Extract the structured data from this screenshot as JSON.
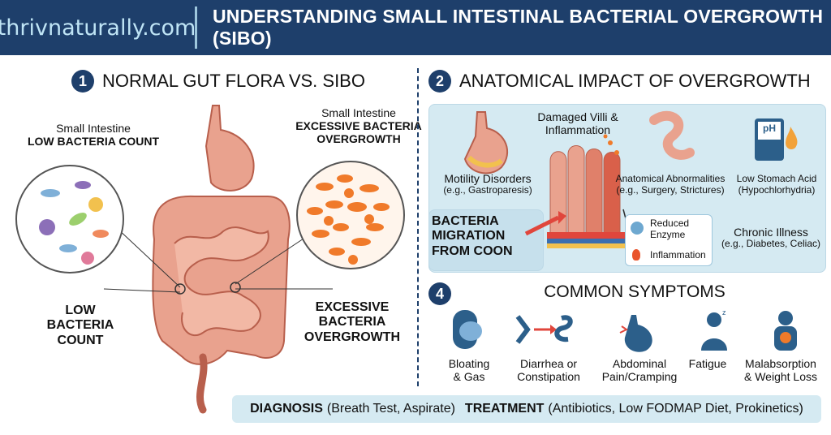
{
  "header": {
    "site": "thrivnaturally.com",
    "title": "UNDERSTANDING SMALL INTESTINAL BACTERIAL OVERGROWTH (SIBO)"
  },
  "section1": {
    "number": "1",
    "title": "NORMAL GUT FLORA VS. SIBO",
    "left_label_line1": "Small Intestine",
    "left_label_line2": "LOW BACTERIA COUNT",
    "right_label_line1": "Small Intestine",
    "right_label_line2": "EXCESSIVE BACTERIA",
    "right_label_line3": "OVERGROWTH",
    "bottom_left": [
      "LOW",
      "BACTERIA",
      "COUNT"
    ],
    "bottom_right": [
      "EXCESSIVE",
      "BACTERIA",
      "OVERGROWTH"
    ]
  },
  "section2": {
    "number": "2",
    "title": "ANATOMICAL IMPACT OF OVERGROWTH",
    "villi_label_line1": "Damaged Villi &",
    "villi_label_line2": "Inflammation",
    "motility": "Motility Disorders",
    "motility_sub": "(e.g., Gastroparesis)",
    "anatomical": "Anatomical Abnormalities",
    "anatomical_sub": "(e.g., Surgery, Strictures)",
    "acid": "Low Stomach Acid",
    "acid_sub": "(Hypochlorhydria)",
    "ph_label": "pH",
    "migration": [
      "BACTERIA",
      "MIGRATION",
      "FROM COON"
    ],
    "enzyme_line1": "Reduced",
    "enzyme_line2": "Enzyme",
    "inflammation": "Inflammation",
    "chronic": "Chronic Illness",
    "chronic_sub": "(e.g., Diabetes, Celiac)"
  },
  "section4": {
    "number": "4",
    "title": "COMMON SYMPTOMS",
    "symptoms": [
      {
        "line1": "Bloating",
        "line2": "& Gas",
        "icon": "bloating-icon"
      },
      {
        "line1": "Diarrhea or",
        "line2": "Constipation",
        "icon": "intestine-icon"
      },
      {
        "line1": "Abdominal",
        "line2": "Pain/Cramping",
        "icon": "stomach-pain-icon"
      },
      {
        "line1": "Fatigue",
        "line2": "",
        "icon": "fatigue-icon"
      },
      {
        "line1": "Malabsorption",
        "line2": "& Weight Loss",
        "icon": "malabsorption-icon"
      }
    ]
  },
  "footer": {
    "diagnosis_label": "DIAGNOSIS",
    "diagnosis_text": "(Breath Test, Aspirate)",
    "treatment_label": "TREATMENT",
    "treatment_text": "(Antibiotics, Low FODMAP Diet, Prokinetics)"
  },
  "colors": {
    "navy": "#1e3f6b",
    "panel": "#d5eaf2",
    "tissue": "#e9a28e",
    "bacteria_orange": "#f07a2a",
    "icon_blue": "#2c5f8a"
  }
}
